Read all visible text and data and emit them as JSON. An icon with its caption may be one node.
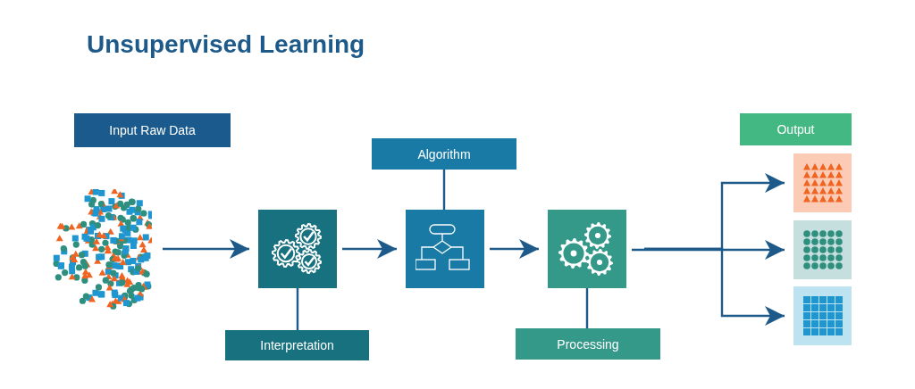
{
  "diagram": {
    "title": "Unsupervised Learning",
    "nodes": [
      {
        "text": [
          "Input Raw Data"
        ]
      },
      {
        "text": [],
        "shape": "picture"
      },
      {
        "text": [],
        "shape": "box"
      },
      {
        "text": [
          "Interpretation"
        ]
      },
      {
        "text": [
          "Algorithm"
        ]
      },
      {
        "text": [],
        "shape": "box"
      },
      {
        "text": [],
        "shape": "box"
      },
      {
        "text": [
          "Processing"
        ]
      },
      {
        "text": [
          "Output"
        ]
      },
      {
        "text": [],
        "shape": "box"
      },
      {
        "text": [],
        "shape": "box"
      },
      {
        "text": [],
        "shape": "box"
      }
    ],
    "edges": [
      {
        "from": 1,
        "to": 2,
        "arrow": "to"
      },
      {
        "from": 2,
        "to": 5,
        "arrow": "to"
      },
      {
        "from": 5,
        "to": 6,
        "arrow": "to"
      },
      {
        "from": 6,
        "to": 9,
        "arrow": "to"
      },
      {
        "from": 6,
        "to": 10,
        "arrow": "to"
      },
      {
        "from": 6,
        "to": 11,
        "arrow": "to"
      },
      {
        "from": 2,
        "to": 3,
        "arrow": "none"
      },
      {
        "from": 4,
        "to": 5,
        "arrow": "none"
      },
      {
        "from": 6,
        "to": 7,
        "arrow": "none"
      }
    ]
  }
}
